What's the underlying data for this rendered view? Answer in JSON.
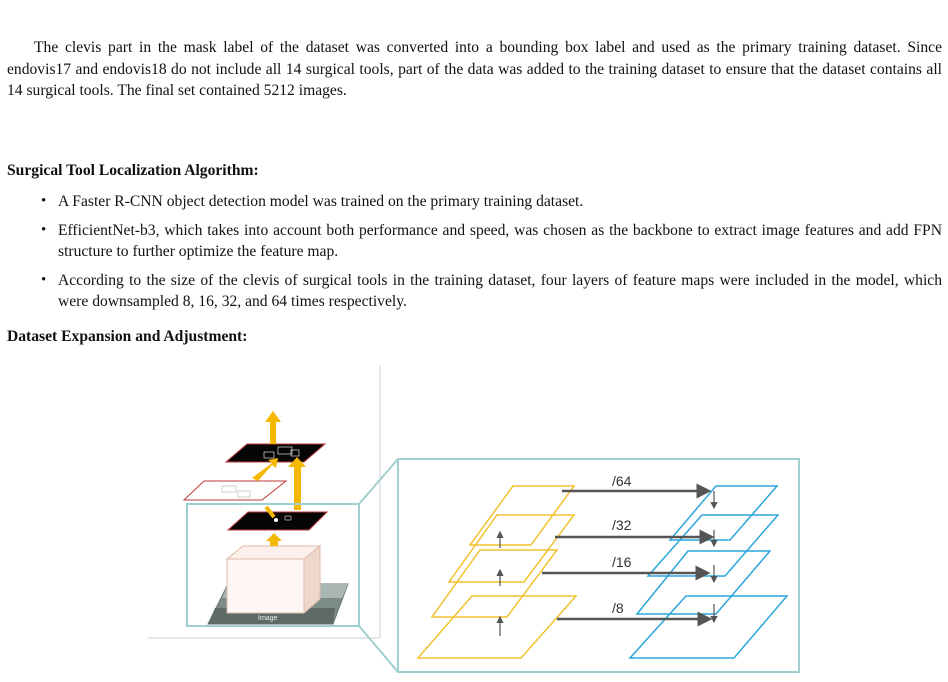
{
  "paragraph": "The clevis part in the mask label of the dataset was converted into a bounding box label and used as the primary training dataset. Since endovis17 and endovis18 do not include all 14 surgical tools, part of the data was added to the training dataset to ensure that the dataset contains all 14 surgical tools. The final set contained 5212 images.",
  "section1": {
    "heading": "Surgical Tool Localization Algorithm:",
    "bullets": [
      "A Faster R-CNN object detection model was trained on the primary training dataset.",
      "EfficientNet-b3, which takes into account both performance and speed, was chosen as the backbone to extract image features and add FPN structure to further optimize the feature map.",
      "According to the size of the clevis of surgical tools in the training dataset, four layers of feature maps were included in the model, which were downsampled 8, 16, 32, and 64 times respectively."
    ]
  },
  "section2": {
    "heading": "Dataset Expansion and Adjustment:"
  },
  "figure": {
    "image_label": "Image",
    "scale_labels": [
      "/64",
      "/32",
      "/16",
      "/8"
    ],
    "colors": {
      "bottom_up": "#f2c12e",
      "top_down": "#2aa6dc",
      "arrow": "#f5b800",
      "frame": "#9fd0cf",
      "feature_edge": "#c0393b",
      "lateral": "#555555"
    }
  }
}
